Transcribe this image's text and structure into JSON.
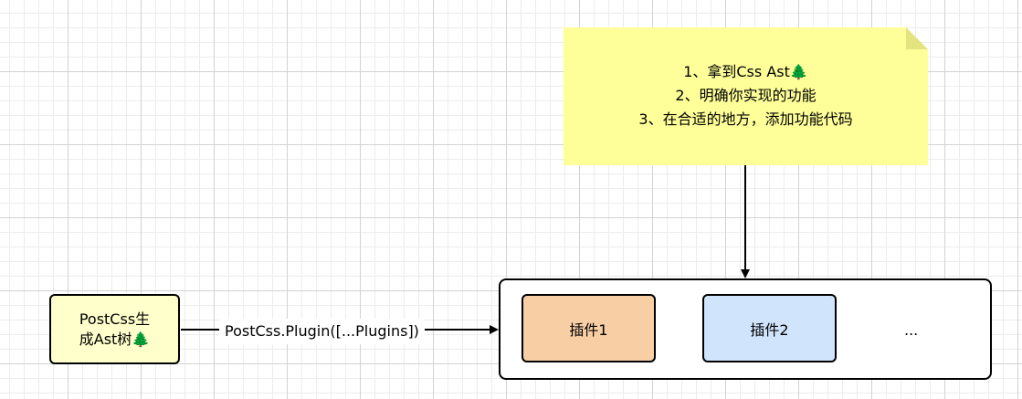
{
  "note": {
    "line1": "1、拿到Css Ast",
    "line1_emoji": "🌲",
    "line2": "2、明确你实现的功能",
    "line3": "3、在合适的地方，添加功能代码"
  },
  "postcss_box": {
    "line1": "PostCss生",
    "line2": "成Ast树",
    "emoji": "🌲"
  },
  "edge_label": "PostCss.Plugin([...Plugins])",
  "plugins": [
    {
      "label": "插件1",
      "color": "#f8cfa4"
    },
    {
      "label": "插件2",
      "color": "#d0e4fc"
    }
  ],
  "more": "..."
}
